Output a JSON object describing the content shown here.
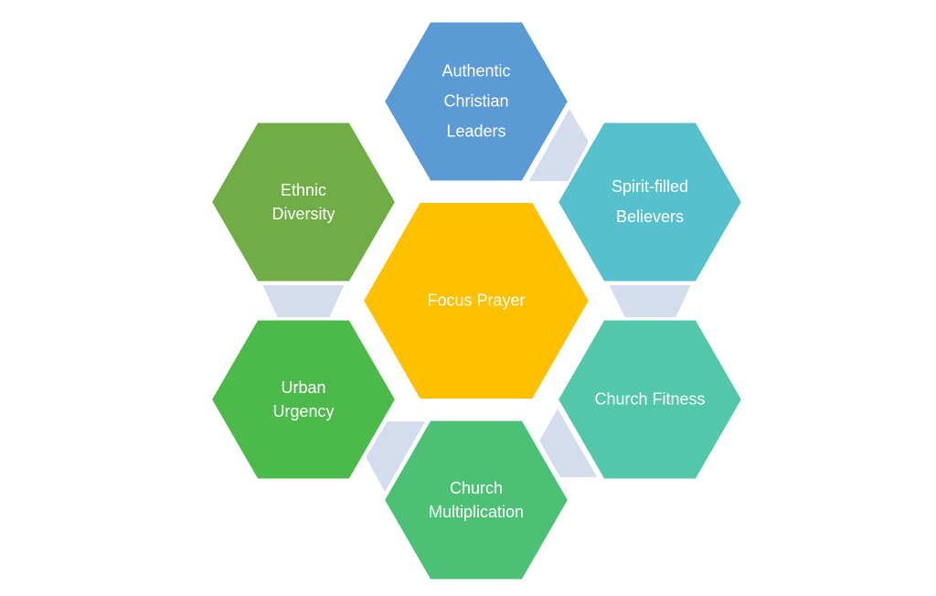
{
  "center": {
    "label": "Focus Prayer",
    "color": "#ffc000"
  },
  "nodes": [
    {
      "id": "authentic",
      "lines": [
        "Authentic",
        "Christian",
        "Leaders"
      ],
      "color": "#5b9bd5"
    },
    {
      "id": "spirit",
      "lines": [
        "Spirit-filled",
        "Believers"
      ],
      "color": "#56c1cd"
    },
    {
      "id": "fitness",
      "lines": [
        "Church Fitness"
      ],
      "color": "#52c7a9"
    },
    {
      "id": "multiplication",
      "lines": [
        "Church",
        "Multiplication"
      ],
      "color": "#4cc175"
    },
    {
      "id": "urban",
      "lines": [
        "Urban",
        "Urgency"
      ],
      "color": "#4cba4a"
    },
    {
      "id": "ethnic",
      "lines": [
        "Ethnic",
        "Diversity"
      ],
      "color": "#70ad47"
    }
  ],
  "connector_color": "#d3ddee"
}
